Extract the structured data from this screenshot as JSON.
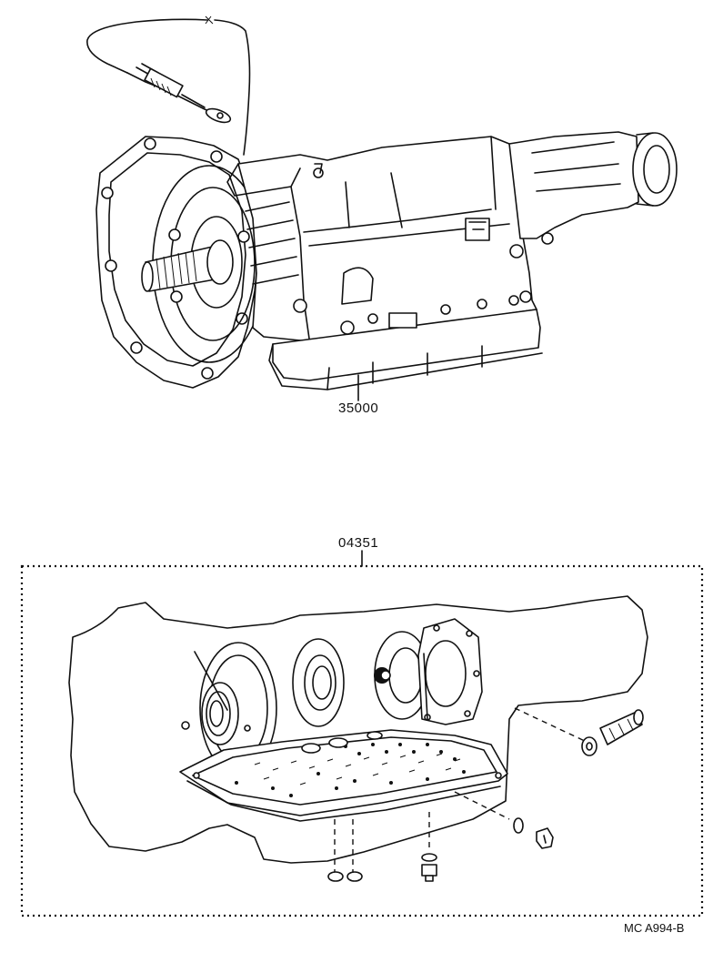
{
  "parts": {
    "transmission_assy": "35000",
    "overhaul_kit": "04351"
  },
  "diagram_ref": "MC A994-B",
  "colors": {
    "ink": "#111111",
    "paper": "#ffffff"
  }
}
